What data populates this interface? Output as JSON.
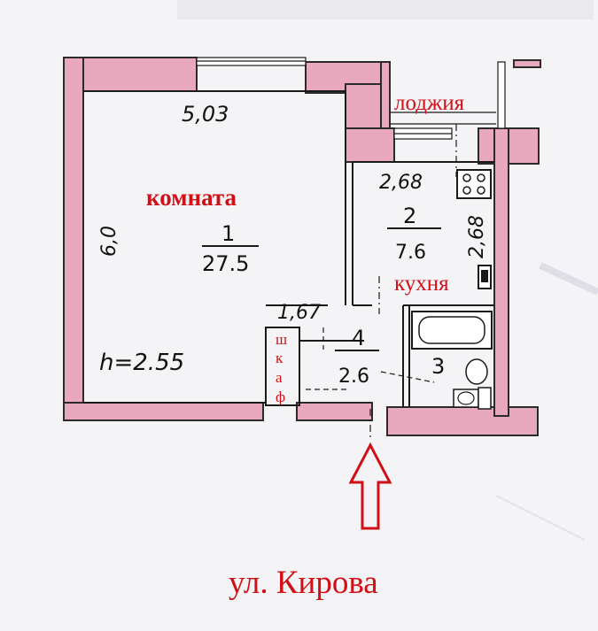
{
  "rooms": {
    "room1": {
      "name": "комната",
      "number": "1",
      "area": "27.5",
      "width": "5,03",
      "length": "6,0",
      "height": "h=2.55"
    },
    "room2": {
      "name": "кухня",
      "number": "2",
      "area": "7.6",
      "width": "2,68",
      "length": "2,68"
    },
    "room3": {
      "number": "3"
    },
    "room4": {
      "number": "4",
      "area": "2.6",
      "width": "1,67"
    }
  },
  "labels": {
    "loggia": "лоджия",
    "wardrobe_letters": [
      "ш",
      "к",
      "а",
      "ф"
    ]
  },
  "entrance": {
    "street": "ул. Кирова"
  },
  "colors": {
    "wall_fill": "#e8a8bd",
    "annotation_red": "#d10f17",
    "line": "#1a1a1a"
  }
}
